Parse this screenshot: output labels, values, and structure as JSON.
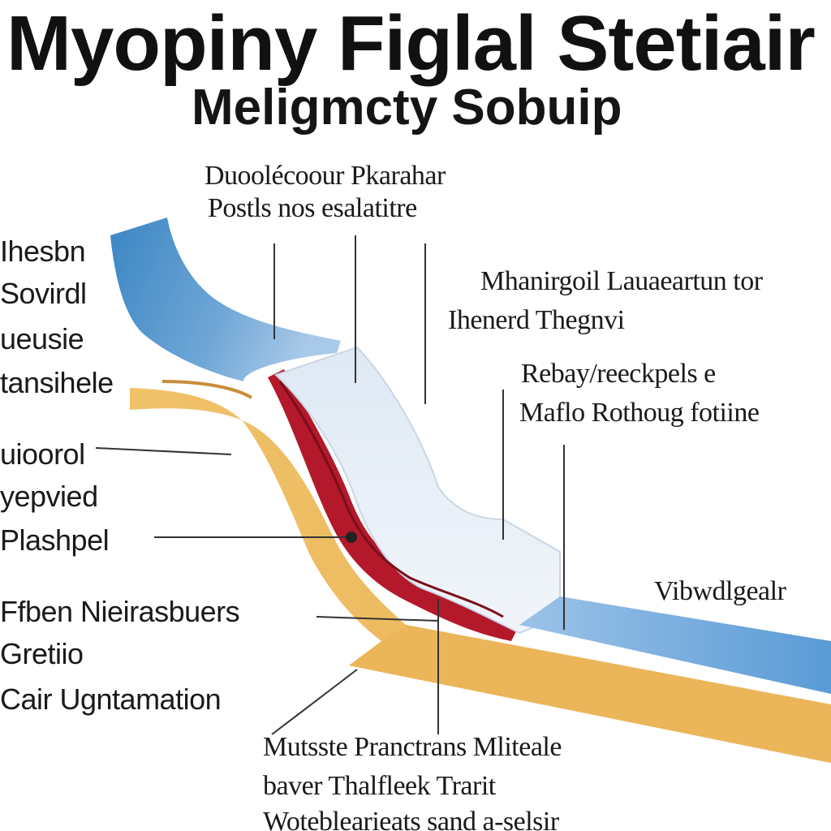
{
  "header": {
    "title": "Myopiny Figlal Stetiair",
    "subtitle": "Meligmcty Sobuip"
  },
  "labels": {
    "top_center": [
      "Duoolécoour Pkarahar",
      "Postls nos esalatitre"
    ],
    "left": [
      "Ihesbn",
      "Sovirdl",
      "ueusie",
      "tansihele"
    ],
    "left_mid": [
      "uioorol",
      "yepvied",
      "Plashpel"
    ],
    "left_bottom": [
      "Ffben Nieirasbuers",
      "Gretiio",
      "Cair Ugntamation"
    ],
    "right_top": [
      "Mhanirgoil Lauaeartun tor",
      "Ihenerd Thegnvi"
    ],
    "right_mid": [
      "Rebay/reeckpels e",
      "Maflo Rothoug fotiine"
    ],
    "right_low": [
      "Vibwdlgealr"
    ],
    "bottom": [
      "Mutsste Pranctrans Mliteale",
      "baver Thalfleek Trarit",
      "Woteblearieats sand a-selsir"
    ]
  },
  "colors": {
    "blue_top": "#3b86c4",
    "blue_light": "#a9c9e8",
    "yellow": "#e8b35a",
    "red": "#b3192a",
    "pale_blue": "#e6eef6",
    "leader": "#333333"
  }
}
